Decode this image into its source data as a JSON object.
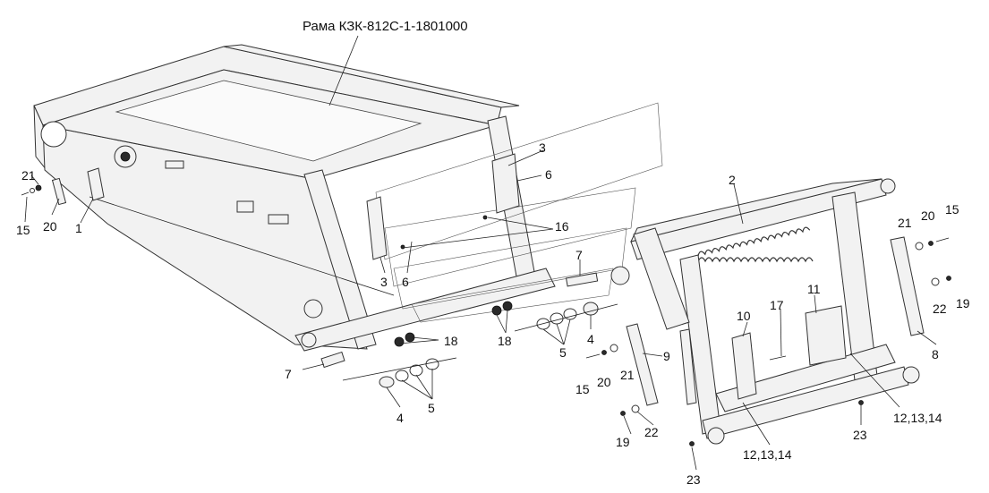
{
  "title": "Рама КЗК-812С-1-1801000",
  "callouts": {
    "c1": "1",
    "c2": "2",
    "c3a": "3",
    "c3b": "3",
    "c4a": "4",
    "c4b": "4",
    "c5a": "5",
    "c5b": "5",
    "c6a": "6",
    "c6b": "6",
    "c7a": "7",
    "c7b": "7",
    "c8": "8",
    "c9": "9",
    "c10": "10",
    "c11": "11",
    "c12a": "12,13,14",
    "c12b": "12,13,14",
    "c15a": "15",
    "c15b": "15",
    "c15c": "15",
    "c16": "16",
    "c17": "17",
    "c18a": "18",
    "c18b": "18",
    "c19a": "19",
    "c19b": "19",
    "c20a": "20",
    "c20b": "20",
    "c20c": "20",
    "c21a": "21",
    "c21b": "21",
    "c21c": "21",
    "c22a": "22",
    "c22b": "22",
    "c23a": "23",
    "c23b": "23"
  }
}
